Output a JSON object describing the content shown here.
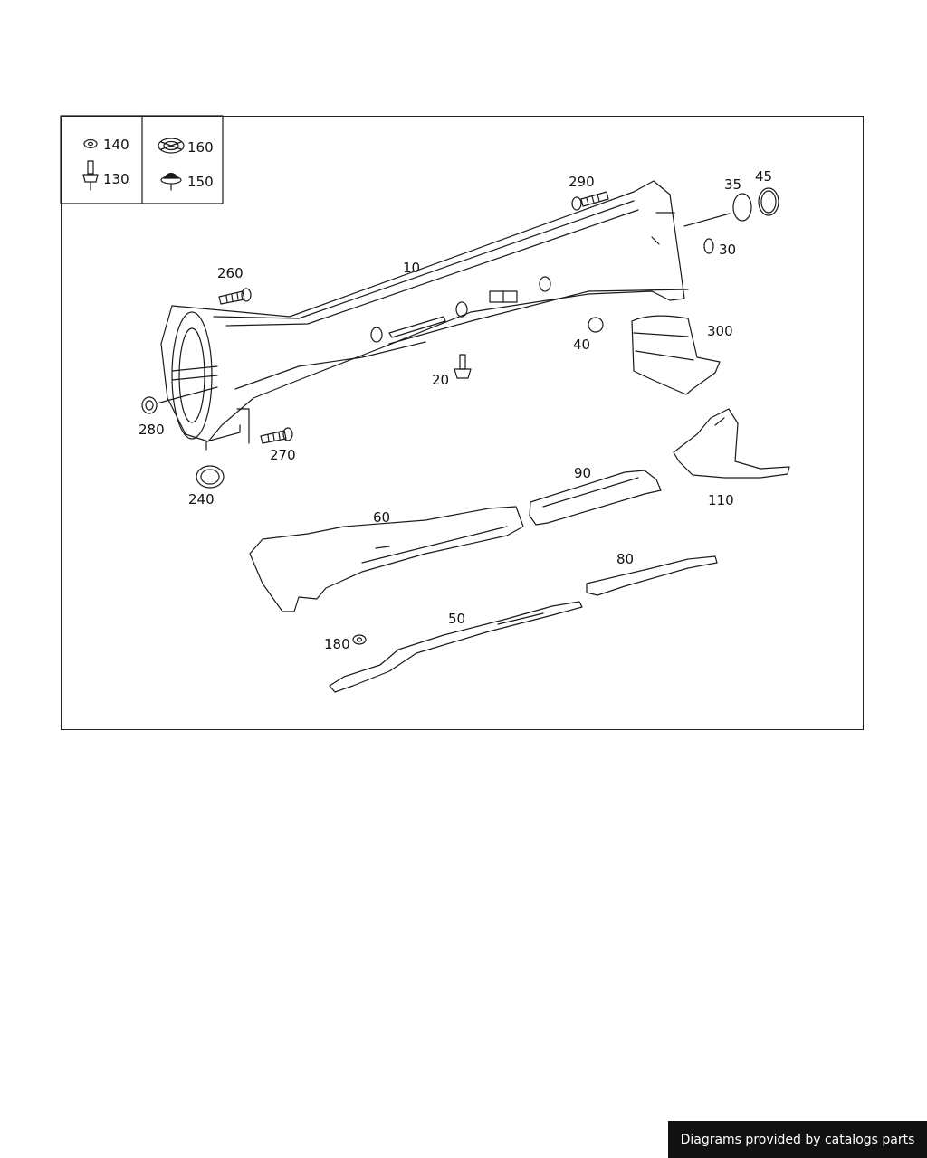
{
  "diagram": {
    "legend": {
      "left": [
        "140",
        "130"
      ],
      "right": [
        "160",
        "150"
      ]
    },
    "callouts": {
      "p10": "10",
      "p20": "20",
      "p30": "30",
      "p35": "35",
      "p40": "40",
      "p45": "45",
      "p50": "50",
      "p60": "60",
      "p80": "80",
      "p90": "90",
      "p110": "110",
      "p180": "180",
      "p240": "240",
      "p260": "260",
      "p270": "270",
      "p280": "280",
      "p290": "290",
      "p300": "300"
    }
  },
  "footer": {
    "credit": "Diagrams provided by catalogs parts"
  }
}
